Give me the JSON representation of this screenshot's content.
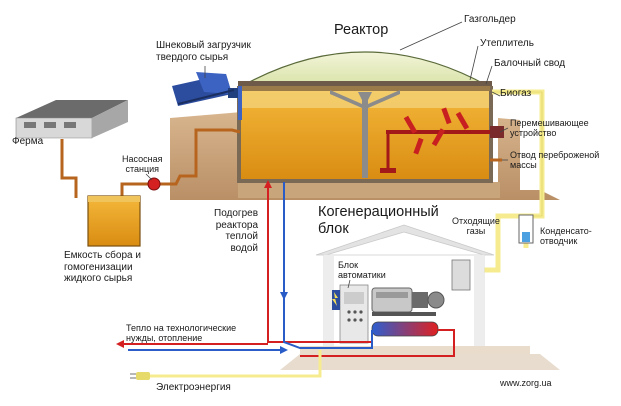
{
  "labels": {
    "reactor": "Реактор",
    "gasholder": "Газгольдер",
    "insulation": "Утеплитель",
    "beam_roof": "Балочный свод",
    "biogas": "Биогаз",
    "screw_loader": [
      "Шнековый загрузчик",
      "твердого сырья"
    ],
    "farm": "Ферма",
    "pump_station": [
      "Насосная",
      "станция"
    ],
    "mixer": [
      "Перемешивающее",
      "устройство"
    ],
    "digestate_outlet": [
      "Отвод переброженой",
      "массы"
    ],
    "collection_tank": [
      "Емкость сбора и",
      "гомогенизации",
      "жидкого сырья"
    ],
    "reactor_heating": [
      "Подогрев",
      "реактора",
      "теплой",
      "водой"
    ],
    "cogeneration_block": [
      "Когенерационный",
      "блок"
    ],
    "exhaust_gases": [
      "Отходящие",
      "газы"
    ],
    "condensate_drain": [
      "Конденсато-",
      "отводчик"
    ],
    "automation_block": [
      "Блок",
      "автоматики"
    ],
    "heat_needs": [
      "Тепло на технологические",
      "нужды, отопление"
    ],
    "electricity": "Электроэнергия",
    "website": "www.zorg.ua"
  },
  "colors": {
    "digestate": "#e8a020",
    "pipe_brown": "#b7651e",
    "gas_yellow": "#f6ec8f",
    "hot_red": "#d42020",
    "cold_blue": "#2a5cc8",
    "ground": "#c8a27a",
    "dome": "#e6ecbc",
    "loader_blue": "#2c4d9e"
  },
  "icons": [
    "farm-barn-icon",
    "screw-loader-icon",
    "pump-icon",
    "mixer-icon",
    "cogeneration-engine-icon",
    "automation-cabinet-icon",
    "heat-exchanger-icon",
    "electricity-plug-icon"
  ]
}
